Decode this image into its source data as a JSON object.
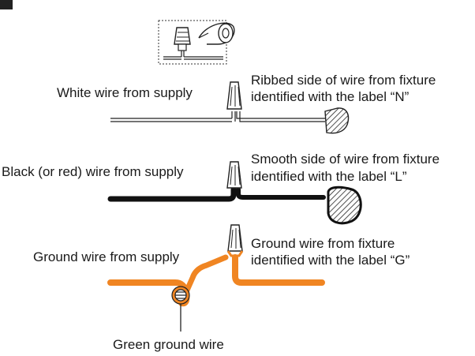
{
  "labels": {
    "white_supply": "White wire from supply",
    "neutral_fixture_line1": "Ribbed side of wire from fixture",
    "neutral_fixture_line2": "identified with the label “N”",
    "black_supply": "Black (or red) wire from supply",
    "live_fixture_line1": "Smooth side of wire from fixture",
    "live_fixture_line2": "identified with the label “L”",
    "ground_supply": "Ground wire from supply",
    "ground_fixture_line1": "Ground wire from fixture",
    "ground_fixture_line2": "identified with the label “G”",
    "green_ground": "Green ground wire"
  },
  "colors": {
    "ground_wire": "#f08522",
    "black_wire": "#111111",
    "outline": "#222222",
    "white_wire_fill": "#ffffff"
  },
  "icons": [
    "wire-nut-icon",
    "electrical-tape-icon",
    "ground-screw-icon",
    "cable-end-icon"
  ]
}
